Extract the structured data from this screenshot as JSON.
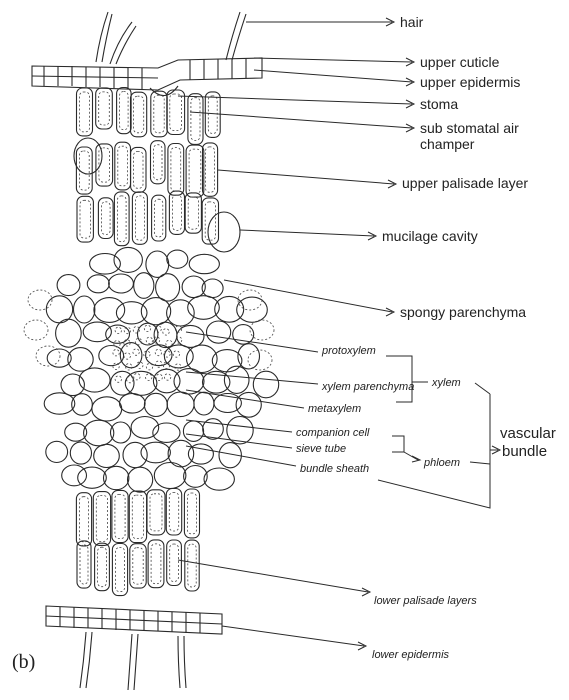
{
  "figure_letter": "(b)",
  "labels": {
    "hair": "hair",
    "upper_cuticle": "upper cuticle",
    "upper_epidermis": "upper epidermis",
    "stoma": "stoma",
    "sub_stomatal_1": "sub stomatal air",
    "sub_stomatal_2": "champer",
    "upper_palisade": "upper palisade layer",
    "mucilage_cavity": "mucilage cavity",
    "spongy": "spongy parenchyma",
    "protoxylem": "protoxylem",
    "xylem_parenchyma": "xylem parenchyma",
    "metaxylem": "metaxylem",
    "xylem": "xylem",
    "companion_cell": "companion cell",
    "sieve_tube": "sieve tube",
    "phloem": "phloem",
    "bundle_sheath": "bundle sheath",
    "vascular_1": "vascular",
    "vascular_2": "bundle",
    "lower_palisade": "lower palisade layers",
    "lower_epidermis": "lower epidermis"
  }
}
